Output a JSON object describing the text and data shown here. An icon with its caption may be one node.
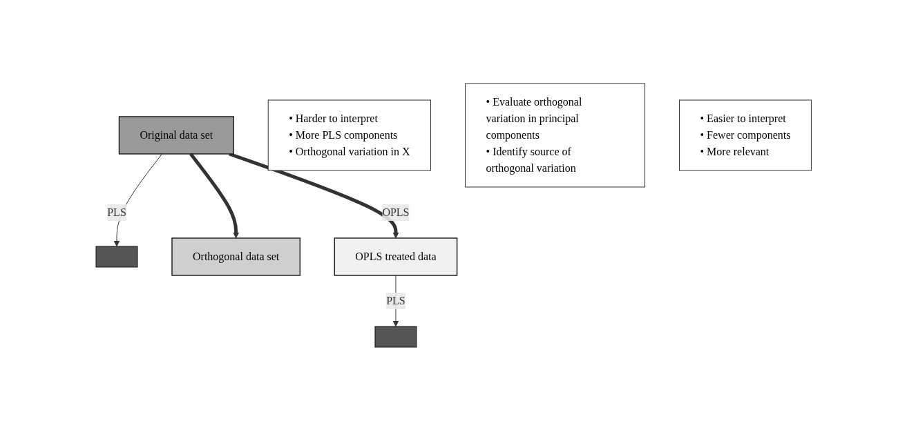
{
  "diagram": {
    "nodes": [
      {
        "text": [
          "Original data set"
        ]
      },
      {
        "text": [],
        "shape": "bar"
      },
      {
        "text": [
          "• Harder to interpret",
          "• More PLS components",
          "• Orthogonal variation in X"
        ]
      },
      {
        "text": [
          "Orthogonal data set"
        ]
      },
      {
        "text": [
          "• Evaluate orthogonal variation in principal components",
          "• Identify source of orthogonal variation"
        ]
      },
      {
        "text": [
          "OPLS treated data"
        ]
      },
      {
        "text": [],
        "shape": "bar"
      },
      {
        "text": [
          "• Easier to interpret",
          "• Fewer components",
          "• More relevant"
        ]
      }
    ],
    "edges": [
      {
        "from": 0,
        "to": 1,
        "arrow": "to",
        "label": "PLS"
      },
      {
        "from": 0,
        "to": 3,
        "arrow": "to",
        "style": "thick"
      },
      {
        "from": 0,
        "to": 5,
        "arrow": "to",
        "style": "thick",
        "label": "OPLS"
      },
      {
        "from": 5,
        "to": 6,
        "arrow": "to",
        "label": "PLS"
      }
    ]
  }
}
